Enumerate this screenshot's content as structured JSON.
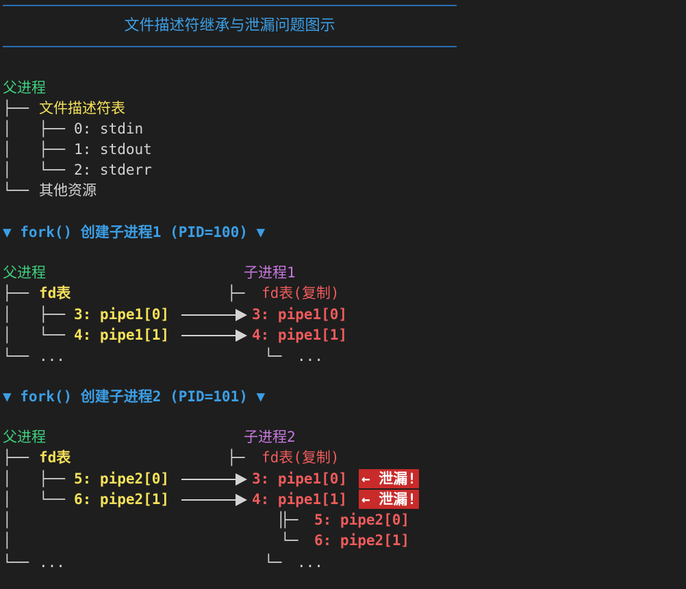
{
  "title": "文件描述符继承与泄漏问题图示",
  "tree_glyphs": {
    "branch": "├──",
    "last": "└──",
    "pipe": "│",
    "branch_short": "├─",
    "last_short": "└─"
  },
  "section1": {
    "parent": "父进程",
    "fd_table": "文件描述符表",
    "fds": [
      "0: stdin",
      "1: stdout",
      "2: stderr"
    ],
    "other": "其他资源"
  },
  "fork1_header": "▼ fork() 创建子进程1 (PID=100) ▼",
  "section2": {
    "parent": "父进程",
    "child": "子进程1",
    "parent_fd": "fd表",
    "child_fd": "fd表(复制)",
    "parent_fds": [
      "3: pipe1[0]",
      "4: pipe1[1]"
    ],
    "child_fds": [
      "3: pipe1[0]",
      "4: pipe1[1]"
    ],
    "ellipsis": "..."
  },
  "fork2_header": "▼ fork() 创建子进程2 (PID=101) ▼",
  "section3": {
    "parent": "父进程",
    "child": "子进程2",
    "parent_fd": "fd表",
    "child_fd": "fd表(复制)",
    "parent_fds": [
      "5: pipe2[0]",
      "6: pipe2[1]"
    ],
    "child_fds": [
      "3: pipe1[0]",
      "4: pipe1[1]",
      "5: pipe2[0]",
      "6: pipe2[1]"
    ],
    "leak_label": "← 泄漏!",
    "ellipsis": "..."
  },
  "colors": {
    "background": "#1e1e1e",
    "title": "#3b9fe6",
    "parent": "#3ecf7e",
    "child": "#c678dd",
    "fd_parent": "#f5e15a",
    "fd_child": "#ef5b5b",
    "leak_bg": "#c92a2a"
  }
}
